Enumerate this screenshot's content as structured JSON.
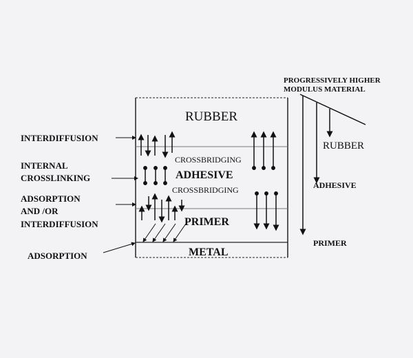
{
  "layers": {
    "rubber": "RUBBER",
    "adhesive": "ADHESIVE",
    "primer": "PRIMER",
    "metal": "METAL"
  },
  "crossbridging_top": "CROSSBRIDGING",
  "crossbridging_bottom": "CROSSBRIDGING",
  "left_labels": {
    "interdiffusion": "INTERDIFFUSION",
    "internal_1": "INTERNAL",
    "internal_2": "CROSSLINKING",
    "ads_1": "ADSORPTION",
    "ads_2": "AND /OR",
    "ads_3": "INTERDIFFUSION",
    "adsorption": "ADSORPTION"
  },
  "modulus": {
    "title_1": "PROGRESSIVELY HIGHER",
    "title_2": "MODULUS MATERIAL",
    "rubber": "RUBBER",
    "adhesive": "ADHESIVE",
    "primer": "PRIMER"
  }
}
